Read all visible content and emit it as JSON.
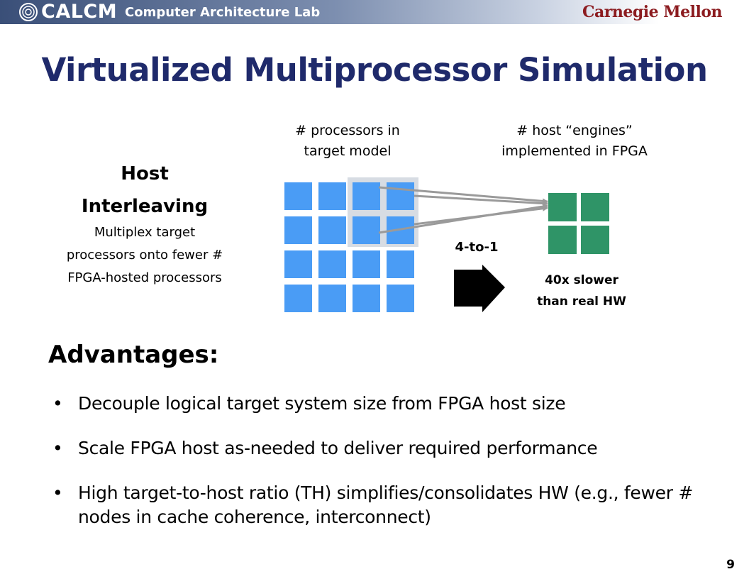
{
  "header": {
    "brand": "CALCM",
    "lab": "Computer Architecture Lab",
    "university": "Carnegie Mellon"
  },
  "slide": {
    "title": "Virtualized Multiprocessor Simulation",
    "page_number": "9"
  },
  "diagram": {
    "processors_label": [
      "# processors in",
      "target model"
    ],
    "host_engines_label": [
      "# host “engines”",
      "implemented in FPGA"
    ],
    "host_title": [
      "Host",
      "Interleaving"
    ],
    "host_desc": [
      "Multiplex target",
      "processors onto fewer #",
      "FPGA-hosted processors"
    ],
    "ratio_label": "4-to-1",
    "slowdown_label": [
      "40x slower",
      "than real HW"
    ],
    "target_grid": {
      "rows": 4,
      "cols": 4
    },
    "host_grid": {
      "rows": 2,
      "cols": 2
    },
    "colors": {
      "target_processor": "#4a9cf5",
      "host_engine": "#2f9467",
      "highlight": "#d7dce3",
      "arrow": "#9a9a9a",
      "title": "#1f2a6b"
    }
  },
  "advantages": {
    "heading": "Advantages:",
    "bullets": [
      "Decouple logical target system size from FPGA host size",
      "Scale FPGA host as-needed to deliver required performance",
      "High target-to-host ratio (TH) simplifies/consolidates HW (e.g., fewer # nodes in cache coherence, interconnect)"
    ]
  }
}
